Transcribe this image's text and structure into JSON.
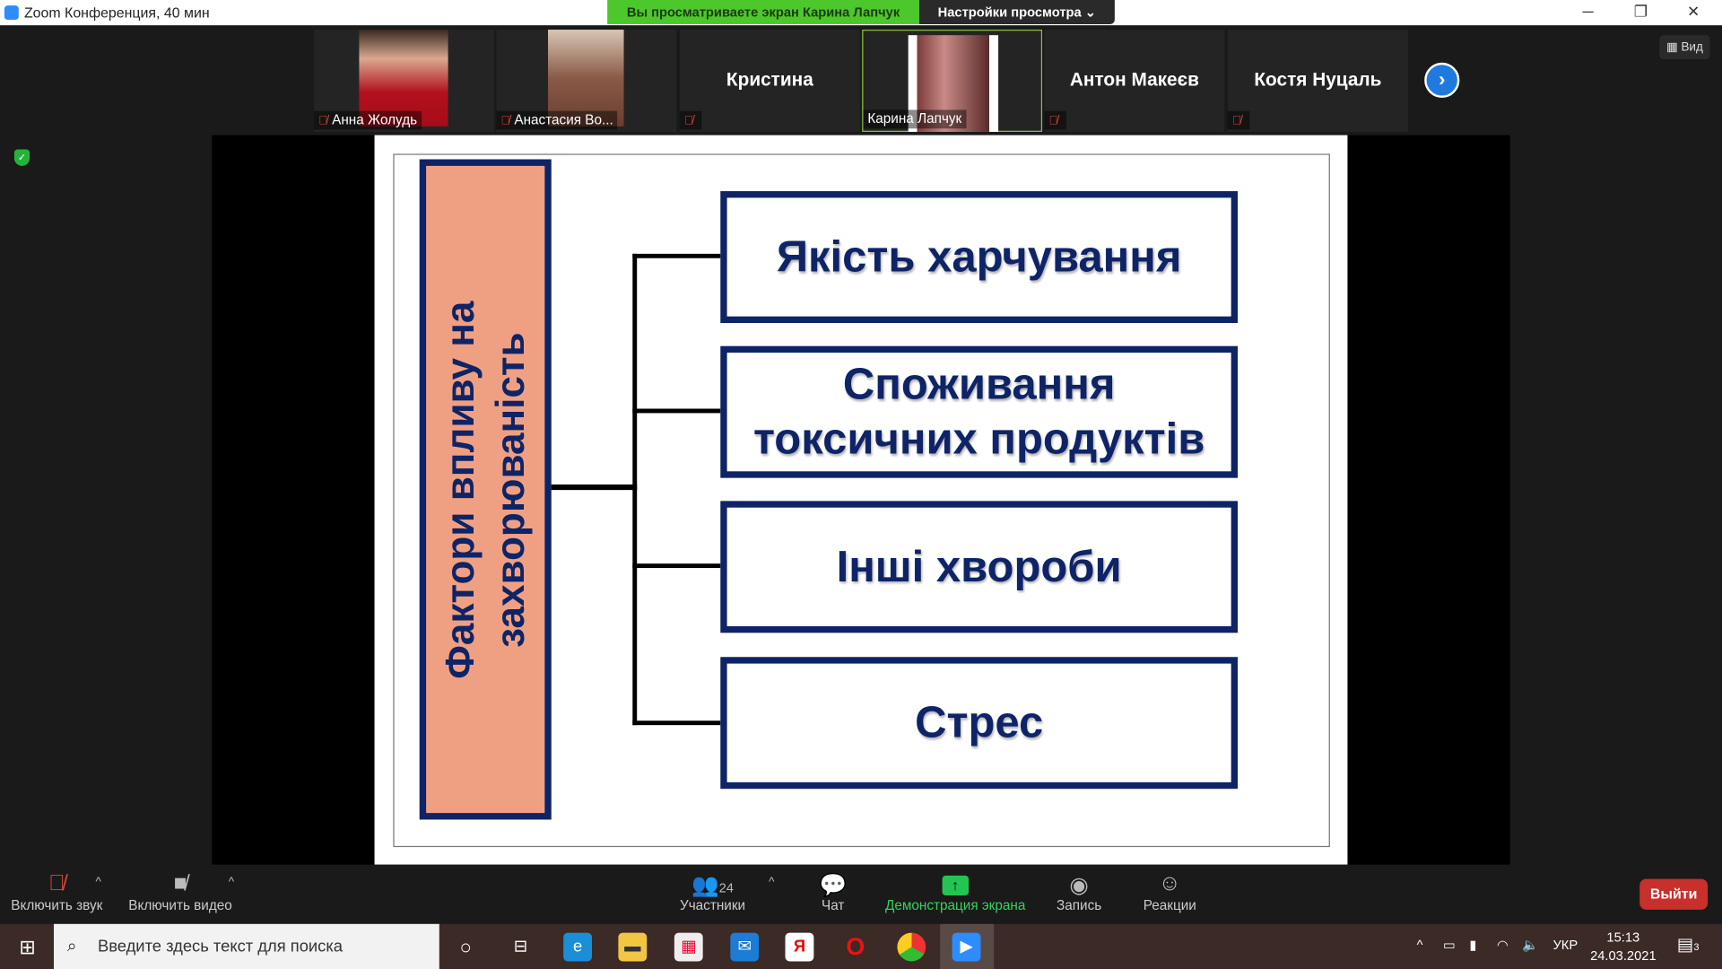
{
  "window": {
    "title": "Zoom Конференция, 40 мин",
    "share_banner": "Вы просматриваете экран Карина Лапчук",
    "view_settings": "Настройки просмотра",
    "view_button": "Вид"
  },
  "participants": [
    {
      "name": "Анна Жолудь",
      "video": true
    },
    {
      "name": "Анастасия Во...",
      "video": true
    },
    {
      "name": "Кристина",
      "video": false
    },
    {
      "name": "Карина Лапчук",
      "video": true,
      "active": true
    },
    {
      "name": "Антон Макеєв",
      "video": false
    },
    {
      "name": "Костя Нуцаль",
      "video": false
    }
  ],
  "slide": {
    "vertical_title": "Фактори впливу на захворюваність",
    "items": [
      "Якість харчування",
      "Споживання токсичних продуктів",
      "Інші хвороби",
      "Стрес"
    ]
  },
  "toolbar": {
    "unmute": "Включить звук",
    "start_video": "Включить видео",
    "participants": "Участники",
    "participants_count": "24",
    "chat": "Чат",
    "share_screen": "Демонстрация экрана",
    "record": "Запись",
    "reactions": "Реакции",
    "leave": "Выйти"
  },
  "taskbar": {
    "search_placeholder": "Введите здесь текст для поиска",
    "lang": "УКР",
    "time": "15:13",
    "date": "24.03.2021",
    "notifications": "3"
  },
  "colors": {
    "share_green": "#4cc72c",
    "slide_navy": "#0e2467",
    "slide_salmon": "#f0a082",
    "leave_red": "#c8302b"
  }
}
